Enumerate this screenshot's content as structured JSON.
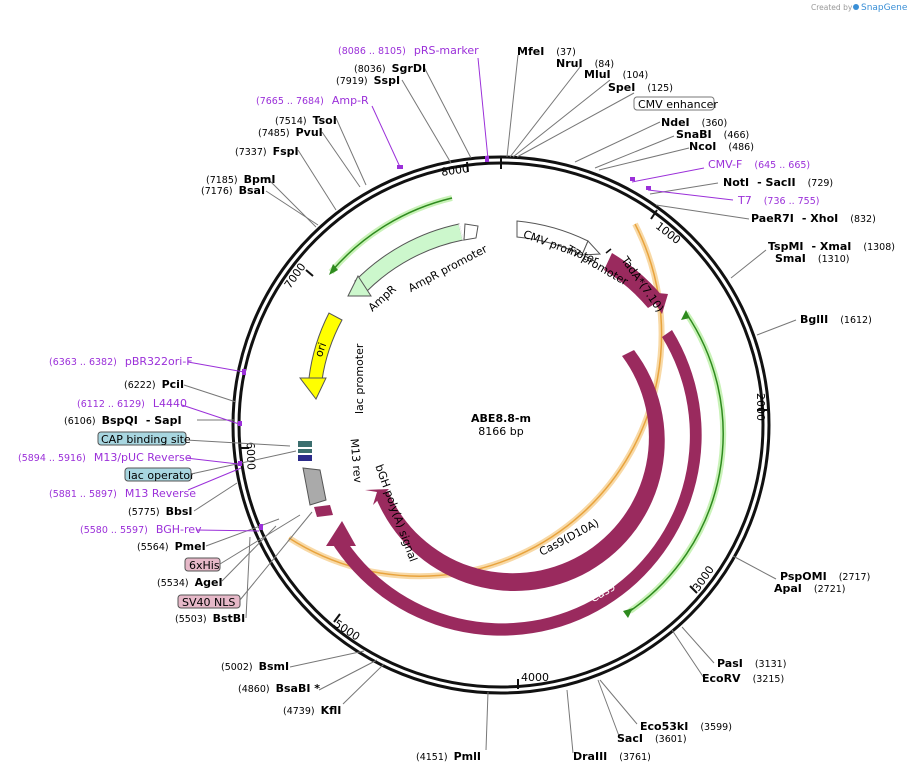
{
  "credit": {
    "prefix": "Created by",
    "brand": "SnapGene"
  },
  "plasmid": {
    "name": "ABE8.8-m",
    "size": "8166 bp"
  },
  "ticks": [
    "1000",
    "2000",
    "3000",
    "4000",
    "5000",
    "6000",
    "7000",
    "8000"
  ],
  "features": {
    "cmv_enhancer": "CMV enhancer",
    "cmv_promoter": "CMV promoter",
    "t7_promoter": "T7 promoter",
    "tada": "TadA*(7.10)",
    "cas9": "Cas9",
    "cas9_d10a": "Cas9(D10A)",
    "ampr": "AmpR",
    "ampr_promoter": "AmpR promoter",
    "ori": "ori",
    "lac_promoter": "lac promoter",
    "m13_rev": "M13 rev",
    "bgh": "bGH poly(A) signal",
    "cap": "CAP binding site",
    "lac_operator": "lac operator",
    "sixhis": "6xHis",
    "sv40": "SV40 NLS"
  },
  "enzymes": {
    "mfei": {
      "name": "MfeI",
      "pos": "(37)"
    },
    "srui": {
      "name": "NruI",
      "pos": "(84)"
    },
    "mlui": {
      "name": "MluI",
      "pos": "(104)"
    },
    "spei": {
      "name": "SpeI",
      "pos": "(125)"
    },
    "ndei": {
      "name": "NdeI",
      "pos": "(360)"
    },
    "snabi": {
      "name": "SnaBI",
      "pos": "(466)"
    },
    "ncoi": {
      "name": "NcoI",
      "pos": "(486)"
    },
    "noti": {
      "name": "NotI",
      "sep": "- SacII",
      "pos": "(729)"
    },
    "paer7i": {
      "name": "PaeR7I",
      "sep": "- XhoI",
      "pos": "(832)"
    },
    "tspmi": {
      "name": "TspMI",
      "sep": "- XmaI",
      "pos": "(1308)"
    },
    "smai": {
      "name": "SmaI",
      "pos": "(1310)"
    },
    "bglii": {
      "name": "BglII",
      "pos": "(1612)"
    },
    "pspomi": {
      "name": "PspOMI",
      "pos": "(2717)"
    },
    "apai": {
      "name": "ApaI",
      "pos": "(2721)"
    },
    "pasi": {
      "name": "PasI",
      "pos": "(3131)"
    },
    "ecorv": {
      "name": "EcoRV",
      "pos": "(3215)"
    },
    "eco53ki": {
      "name": "Eco53kI",
      "pos": "(3599)"
    },
    "saci": {
      "name": "SacI",
      "pos": "(3601)"
    },
    "draiii": {
      "name": "DraIII",
      "pos": "(3761)"
    },
    "pmli": {
      "name": "PmlI",
      "pos": "(4151)"
    },
    "kfli": {
      "name": "KflI",
      "pos": "(4739)"
    },
    "bsabi": {
      "name": "BsaBI *",
      "pos": "(4860)"
    },
    "bsmi": {
      "name": "BsmI",
      "pos": "(5002)"
    },
    "bstbi": {
      "name": "BstBI",
      "pos": "(5503)"
    },
    "agei": {
      "name": "AgeI",
      "pos": "(5534)"
    },
    "pmei": {
      "name": "PmeI",
      "pos": "(5564)"
    },
    "bbsi": {
      "name": "BbsI",
      "pos": "(5775)"
    },
    "bspqi": {
      "name": "BspQI",
      "sep": "- SapI",
      "pos": "(6106)"
    },
    "pcii": {
      "name": "PciI",
      "pos": "(6222)"
    },
    "bsai": {
      "name": "BsaI",
      "pos": "(7176)"
    },
    "bpmi": {
      "name": "BpmI",
      "pos": "(7185)"
    },
    "fspi": {
      "name": "FspI",
      "pos": "(7337)"
    },
    "pvui": {
      "name": "PvuI",
      "pos": "(7485)"
    },
    "tsoi": {
      "name": "TsoI",
      "pos": "(7514)"
    },
    "sspi": {
      "name": "SspI",
      "pos": "(7919)"
    },
    "sgrdi": {
      "name": "SgrDI",
      "pos": "(8036)"
    }
  },
  "primers": {
    "prs": {
      "name": "pRS-marker",
      "pos": "(8086 .. 8105)"
    },
    "ampr_p": {
      "name": "Amp-R",
      "pos": "(7665 .. 7684)"
    },
    "cmvf": {
      "name": "CMV-F",
      "pos": "(645 .. 665)"
    },
    "t7": {
      "name": "T7",
      "pos": "(736 .. 755)"
    },
    "pbr": {
      "name": "pBR322ori-F",
      "pos": "(6363 .. 6382)"
    },
    "l4440": {
      "name": "L4440",
      "pos": "(6112 .. 6129)"
    },
    "m13puc": {
      "name": "M13/pUC Reverse",
      "pos": "(5894 .. 5916)"
    },
    "m13r": {
      "name": "M13 Reverse",
      "pos": "(5881 .. 5897)"
    },
    "bghrev": {
      "name": "BGH-rev",
      "pos": "(5580 .. 5597)"
    }
  },
  "colors": {
    "backbone": "#111111",
    "cds": "#9a2a5e",
    "ampr": "#ccf7cc",
    "ori": "#ffff00",
    "promoter": "#ffffff",
    "primer": "#9b30d9",
    "orange": "#f0b25a",
    "green": "#2e8b1e"
  }
}
